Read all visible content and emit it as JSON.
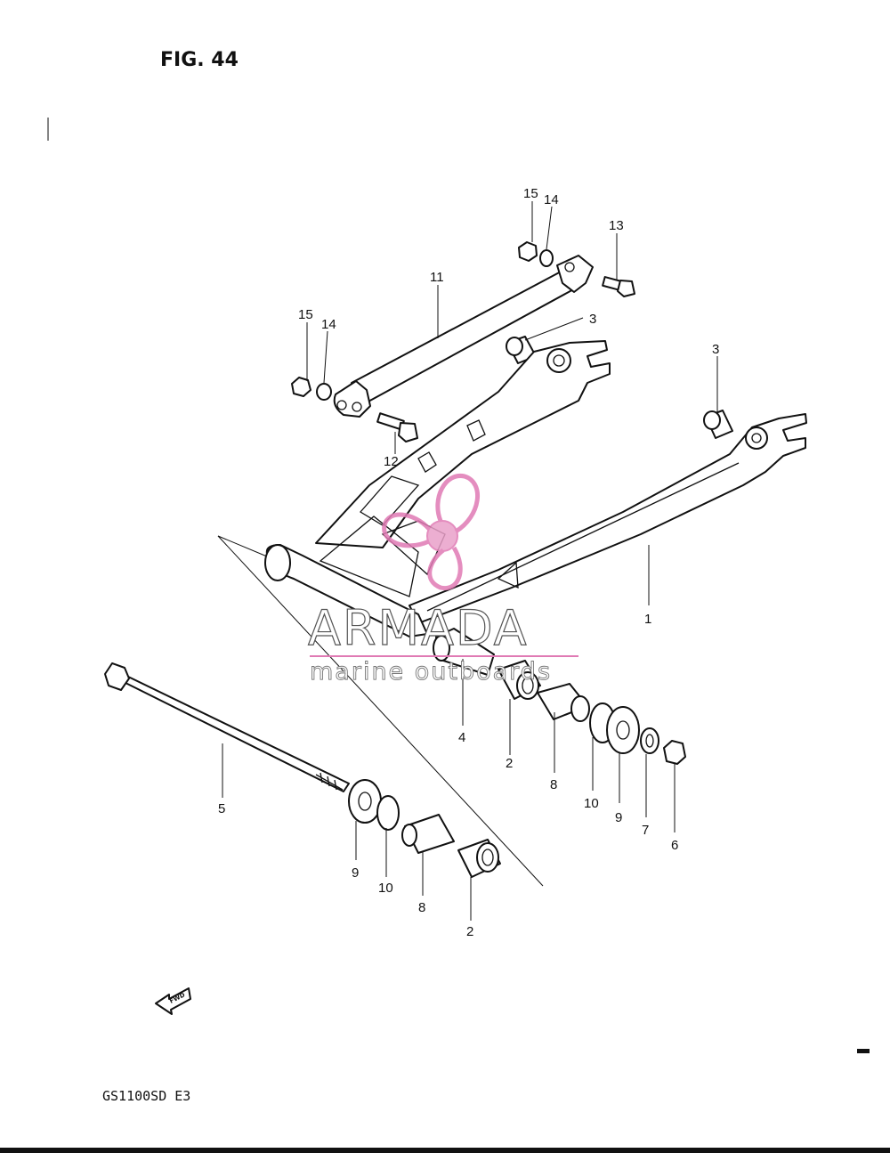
{
  "figure": {
    "title": "FIG. 44",
    "model_code": "GS1100SD  E3",
    "fwd_label": "FWD"
  },
  "watermark": {
    "brand": "ARMADA",
    "tagline": "marine outboards",
    "accent_color": "#e07ab4",
    "text_color": "#555555"
  },
  "callouts": [
    {
      "id": "c15a",
      "label": "15"
    },
    {
      "id": "c14a",
      "label": "14"
    },
    {
      "id": "c13",
      "label": "13"
    },
    {
      "id": "c11",
      "label": "11"
    },
    {
      "id": "c3a",
      "label": "3"
    },
    {
      "id": "c3b",
      "label": "3"
    },
    {
      "id": "c15b",
      "label": "15"
    },
    {
      "id": "c14b",
      "label": "14"
    },
    {
      "id": "c12",
      "label": "12"
    },
    {
      "id": "c1",
      "label": "1"
    },
    {
      "id": "c4",
      "label": "4"
    },
    {
      "id": "c2a",
      "label": "2"
    },
    {
      "id": "c8a",
      "label": "8"
    },
    {
      "id": "c10a",
      "label": "10"
    },
    {
      "id": "c9a",
      "label": "9"
    },
    {
      "id": "c7",
      "label": "7"
    },
    {
      "id": "c6",
      "label": "6"
    },
    {
      "id": "c5",
      "label": "5"
    },
    {
      "id": "c9b",
      "label": "9"
    },
    {
      "id": "c10b",
      "label": "10"
    },
    {
      "id": "c8b",
      "label": "8"
    },
    {
      "id": "c2b",
      "label": "2"
    }
  ]
}
